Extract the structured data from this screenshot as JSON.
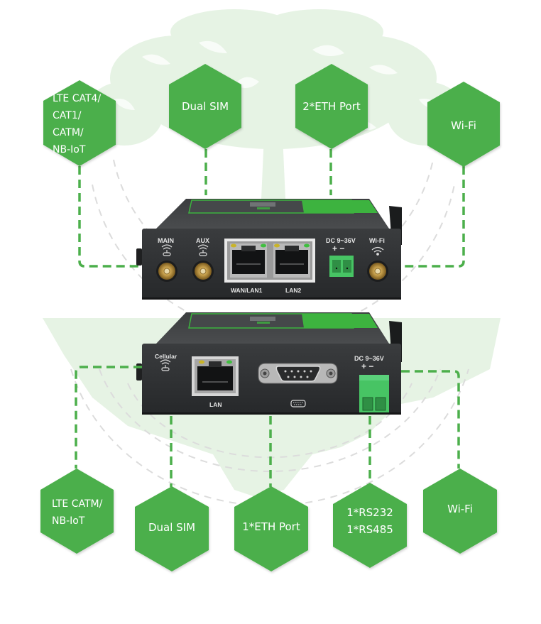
{
  "colors": {
    "accent_green": "#4caf4b",
    "background_green": "#e4f3e2",
    "device_body": "#2f3133",
    "terminal_green": "#47c464"
  },
  "top_device": {
    "features": [
      {
        "id": "lte",
        "label": [
          "LTE CAT4/",
          "CAT1/",
          "CATM/",
          "NB-IoT"
        ]
      },
      {
        "id": "dual-sim",
        "label": [
          "Dual SIM"
        ]
      },
      {
        "id": "eth",
        "label": [
          "2*ETH Port"
        ]
      },
      {
        "id": "wifi",
        "label": [
          "Wi-Fi"
        ]
      }
    ],
    "ports": {
      "main": "MAIN",
      "aux": "AUX",
      "wan_lan1": "WAN/LAN1",
      "lan2": "LAN2",
      "dc": "DC 9~36V",
      "plus_minus": "+ −",
      "wifi": "Wi-Fi"
    }
  },
  "bottom_device": {
    "features": [
      {
        "id": "lte",
        "label": [
          "LTE CATM/",
          "NB-IoT"
        ]
      },
      {
        "id": "dual-sim",
        "label": [
          "Dual SIM"
        ]
      },
      {
        "id": "eth",
        "label": [
          "1*ETH Port"
        ]
      },
      {
        "id": "serial",
        "label": [
          "1*RS232",
          "1*RS485"
        ]
      },
      {
        "id": "wifi",
        "label": [
          "Wi-Fi"
        ]
      }
    ],
    "ports": {
      "cellular": "Cellular",
      "lan": "LAN",
      "dc": "DC 9~36V",
      "plus_minus": "+ −"
    }
  }
}
